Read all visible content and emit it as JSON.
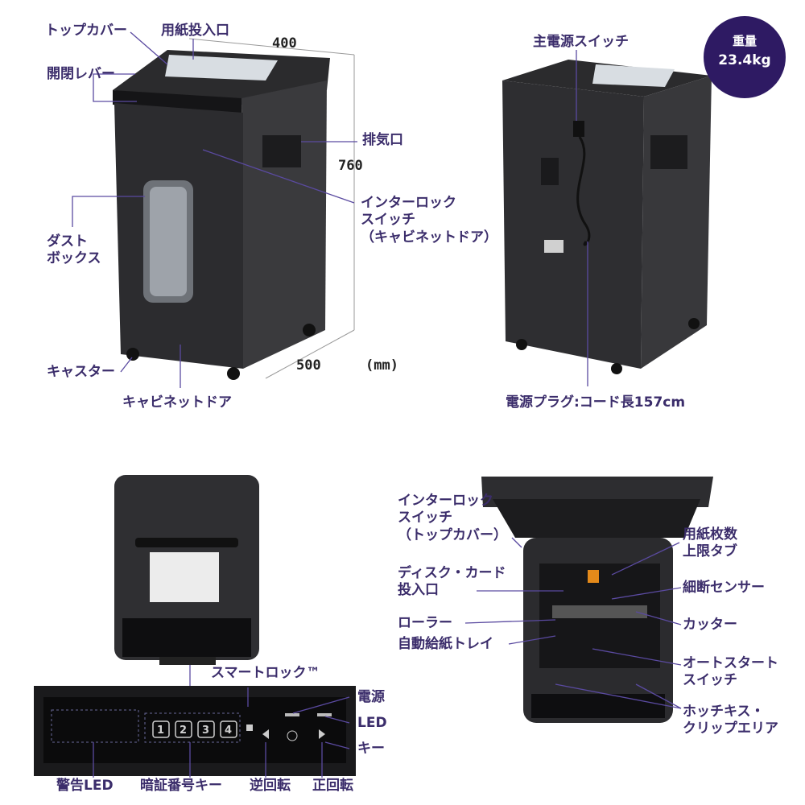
{
  "weight": {
    "title": "重量",
    "value": "23.4kg"
  },
  "front_view": {
    "labels": {
      "top_cover": "トップカバー",
      "paper_slot": "用紙投入口",
      "lever": "開閉レバー",
      "exhaust": "排気口",
      "interlock_line1": "インターロック",
      "interlock_line2": "スイッチ",
      "interlock_line3": "（キャビネットドア）",
      "dustbox_line1": "ダスト",
      "dustbox_line2": "ボックス",
      "caster": "キャスター",
      "cabinet_door": "キャビネットドア"
    },
    "dimensions": {
      "width": "400",
      "height": "760",
      "depth": "500",
      "unit": "(mm)"
    }
  },
  "rear_view": {
    "labels": {
      "main_switch": "主電源スイッチ",
      "power_plug": "電源プラグ:コード長157cm"
    }
  },
  "top_view": {
    "labels": {
      "smart_lock": "スマートロック™",
      "power": "電源",
      "led": "LED",
      "key": "キー",
      "warning_led": "警告LED",
      "pin_keys": "暗証番号キー",
      "reverse": "逆回転",
      "forward": "正回転"
    },
    "panel_keys": [
      "1",
      "2",
      "3",
      "4"
    ]
  },
  "open_view": {
    "labels": {
      "interlock_top_line1": "インターロック",
      "interlock_top_line2": "スイッチ",
      "interlock_top_line3": "（トップカバー）",
      "sheet_limit_line1": "用紙枚数",
      "sheet_limit_line2": "上限タブ",
      "disc_slot_line1": "ディスク・カード",
      "disc_slot_line2": "投入口",
      "shred_sensor": "細断センサー",
      "roller": "ローラー",
      "cutter": "カッター",
      "feed_tray": "自動給紙トレイ",
      "autostart_line1": "オートスタート",
      "autostart_line2": "スイッチ",
      "staple_line1": "ホッチキス・",
      "staple_line2": "クリップエリア"
    }
  },
  "colors": {
    "accent": "#3b2d6b",
    "line": "#5a4aa0",
    "badge": "#2e1a63",
    "device": "#2a2a2c"
  }
}
